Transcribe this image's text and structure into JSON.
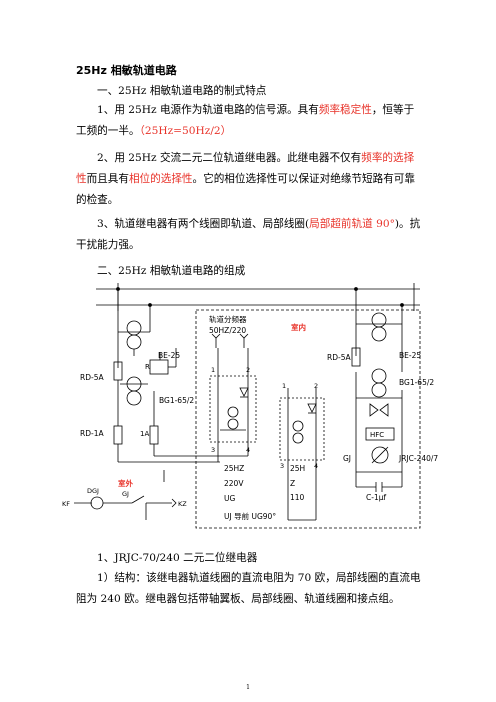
{
  "title": "25Hz 相敏轨道电路",
  "section1": "一、25Hz 相敏轨道电路的制式特点",
  "point1": {
    "a": "1、用 25Hz 电源作为轨道电路的信号源。具有",
    "red1": "频率稳定性",
    "b": "，恒等于工频的一半。",
    "red2": "（25Hz=50Hz/2）"
  },
  "point2": {
    "a": "2、用 25Hz 交流二元二位轨道继电器。此继电器不仅有",
    "red1": "频率的选择性",
    "b": "而且具有",
    "red2": "相位的选择性",
    "c": "。它的相位选择性可以保证对绝缘节短路有可靠的检查。"
  },
  "point3": {
    "a": "3、轨道继电器有两个线圈即轨道、局部线圈(",
    "red1": "局部超前轨道 90°",
    "b": ")。抗干扰能力强。"
  },
  "section2": "二、25Hz 相敏轨道电路的组成",
  "diagram": {
    "be25_left": "BE-25",
    "be25_right": "BE-25",
    "r": "R",
    "rd5a_left": "RD-5A",
    "rd5a_right": "RD-5A",
    "bg165_left": "BG1-65/2",
    "bg165_right": "BG1-65/2",
    "rd1a": "RD-1A",
    "one_a": "1A",
    "splitter_line1": "轨道分频器",
    "splitter_line2": "50HZ/220",
    "indoor": "室内",
    "outdoor": "室外",
    "pin1a": "1",
    "pin2a": "2",
    "pin3a": "3",
    "pin4a": "4",
    "pin1b": "1",
    "pin2b": "2",
    "pin3b": "3",
    "pin4b": "4",
    "hz25": "25HZ",
    "v220": "220V",
    "ug": "UG",
    "uj_note": "UJ 导前 UG90°",
    "h_25h": "25H",
    "h_z": "Z",
    "h_110": "110",
    "hfc": "HFC",
    "gj_right": "GJ",
    "jrjc": "JRJC-240/7",
    "cap": "C-1μf",
    "dgj": "DGJ",
    "gj_left": "GJ",
    "kf": "KF",
    "kz": "KZ"
  },
  "subsection": "1、JRJC-70/240 二元二位继电器",
  "structure": "1）结构：该继电器轨道线圈的直流电阻为 70 欧，局部线圈的直流电阻为 240 欧。继电器包括带轴翼板、局部线圈、轨道线圈和接点组。",
  "page_number": "1",
  "colors": {
    "accent_red": "#e8332a"
  }
}
